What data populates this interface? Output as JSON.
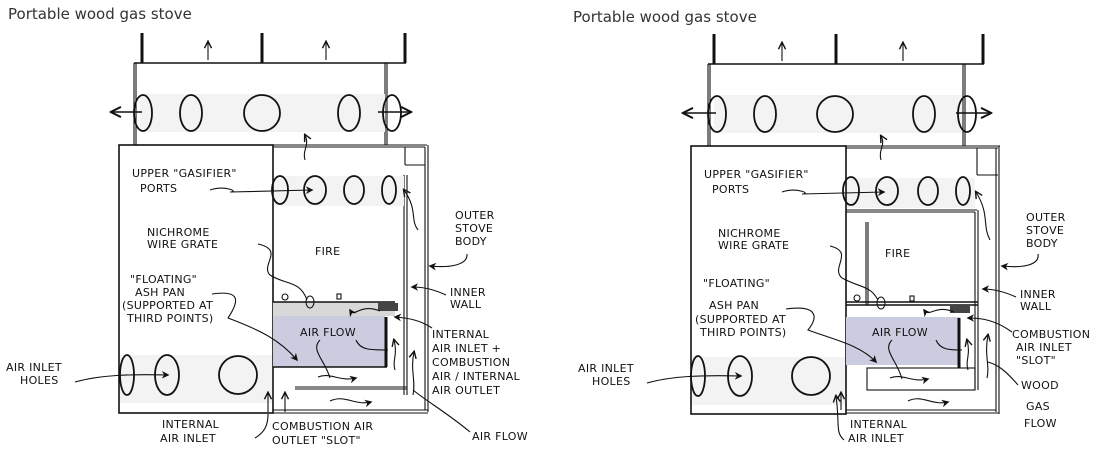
{
  "diagrams": [
    {
      "title": "Portable wood gas stove",
      "labels": {
        "upper_gasifier_ports": [
          "UPPER \"GASIFIER\"",
          "PORTS"
        ],
        "nichrome_wire_grate": [
          "NICHROME",
          "WIRE GRATE"
        ],
        "fire": "FIRE",
        "floating_ash_pan": [
          "\"FLOATING\"",
          "ASH PAN",
          "(SUPPORTED AT",
          "THIRD POINTS)"
        ],
        "outer_stove_body": [
          "OUTER",
          "STOVE",
          "BODY"
        ],
        "inner_wall": [
          "INNER",
          "WALL"
        ],
        "air_flow_inner": "AIR FLOW",
        "internal_air_inlet_plus": [
          "INTERNAL",
          "AIR INLET  +",
          "COMBUSTION",
          "AIR / INTERNAL",
          "AIR OUTLET"
        ],
        "air_inlet_holes": [
          "AIR INLET",
          "HOLES"
        ],
        "internal_air_inlet": [
          "INTERNAL",
          "AIR INLET"
        ],
        "combustion_air_outlet_slot": [
          "COMBUSTION AIR",
          "OUTLET \"SLOT\""
        ],
        "air_flow_outer": "AIR FLOW"
      }
    },
    {
      "title": "Portable wood gas stove",
      "labels": {
        "upper_gasifier_ports": [
          "UPPER \"GASIFIER\"",
          "PORTS"
        ],
        "nichrome_wire_grate": [
          "NICHROME",
          "WIRE GRATE"
        ],
        "fire": "FIRE",
        "floating_ash_pan": [
          "\"FLOATING\"",
          "ASH PAN",
          "(SUPPORTED AT",
          "THIRD POINTS)"
        ],
        "outer_stove_body": [
          "OUTER",
          "STOVE",
          "BODY"
        ],
        "inner_wall": [
          "INNER",
          "WALL"
        ],
        "air_flow_inner": "AIR FLOW",
        "combustion_air_inlet_slot": [
          "COMBUSTION",
          "AIR INLET",
          "\"SLOT\""
        ],
        "wood_gas_flow": [
          "WOOD",
          "GAS",
          "FLOW"
        ],
        "air_inlet_holes": [
          "AIR INLET",
          "HOLES"
        ],
        "internal_air_inlet": [
          "INTERNAL",
          "AIR INLET"
        ]
      }
    }
  ],
  "colors": {
    "ash_pan_fill": "#cccce0",
    "line": "#111111",
    "title_text": "#333333"
  }
}
